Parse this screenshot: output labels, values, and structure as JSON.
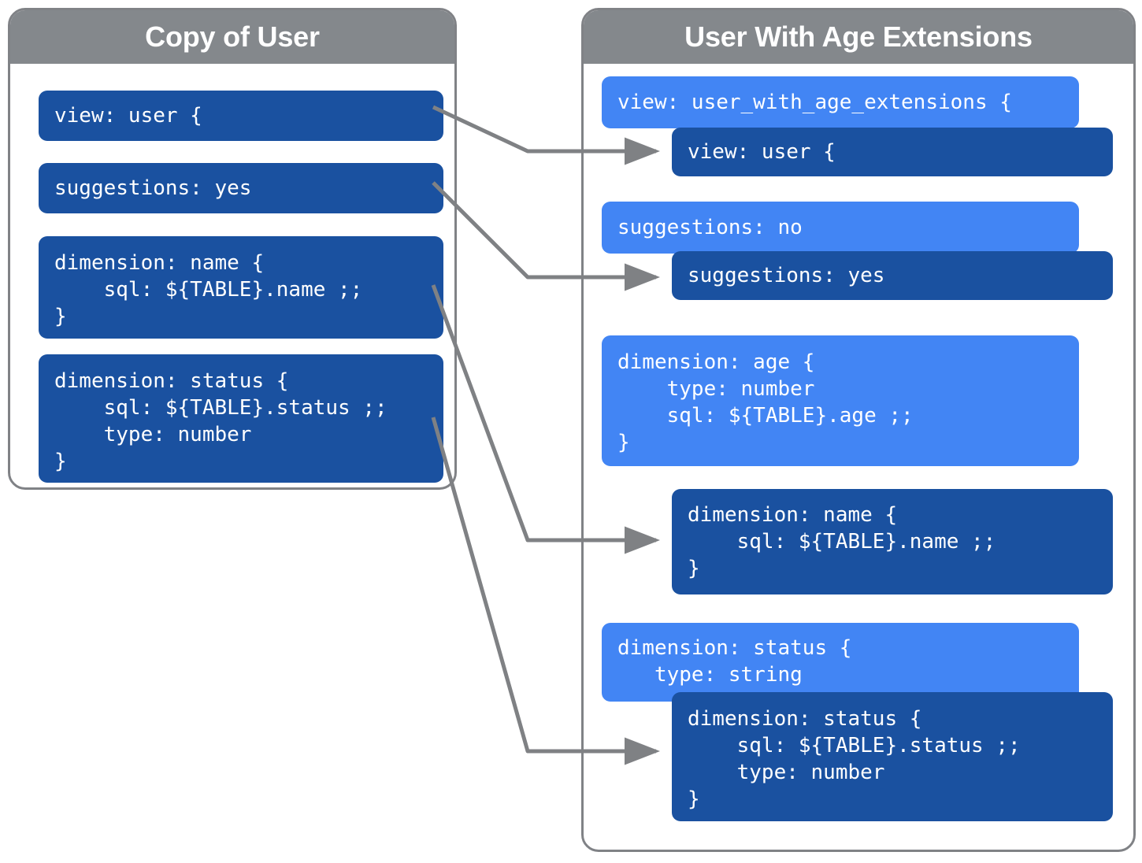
{
  "panels": {
    "left": {
      "title": "Copy of User",
      "blocks": [
        {
          "name": "view-block",
          "code": "view: user {"
        },
        {
          "name": "suggestions-block",
          "code": "suggestions: yes"
        },
        {
          "name": "dimension-name-block",
          "code": "dimension: name {\n    sql: ${TABLE}.name ;;\n}"
        },
        {
          "name": "dimension-status-block",
          "code": "dimension: status {\n    sql: ${TABLE}.status ;;\n    type: number\n}"
        }
      ]
    },
    "right": {
      "title": "User With Age Extensions",
      "blocks": [
        {
          "name": "view-extending-block",
          "style": "light",
          "code": "view: user_with_age_extensions {"
        },
        {
          "name": "view-inherited-block",
          "style": "dark",
          "code": "view: user {"
        },
        {
          "name": "suggestions-override-block",
          "style": "light",
          "code": "suggestions: no"
        },
        {
          "name": "suggestions-inherited-block",
          "style": "dark",
          "code": "suggestions: yes"
        },
        {
          "name": "dimension-age-block",
          "style": "light",
          "code": "dimension: age {\n    type: number\n    sql: ${TABLE}.age ;;\n}"
        },
        {
          "name": "dimension-name-inherited-block",
          "style": "dark",
          "code": "dimension: name {\n    sql: ${TABLE}.name ;;\n}"
        },
        {
          "name": "dimension-status-override-block",
          "style": "light",
          "code": "dimension: status {\n   type: string"
        },
        {
          "name": "dimension-status-inherited-block",
          "style": "dark",
          "code": "dimension: status {\n    sql: ${TABLE}.status ;;\n    type: number\n}"
        }
      ]
    }
  },
  "colors": {
    "header_gray": "#84888c",
    "panel_border": "#808286",
    "dark_blue": "#1a51a0",
    "light_blue": "#4285f4",
    "connector_gray": "#7f8184",
    "text_white": "#ffffff"
  },
  "connectors": [
    {
      "name": "connector-view",
      "from": "view-block",
      "to": "view-inherited-block"
    },
    {
      "name": "connector-suggestions",
      "from": "suggestions-block",
      "to": "suggestions-inherited-block"
    },
    {
      "name": "connector-dimension-name",
      "from": "dimension-name-block",
      "to": "dimension-name-inherited-block"
    },
    {
      "name": "connector-dimension-status",
      "from": "dimension-status-block",
      "to": "dimension-status-inherited-block"
    }
  ]
}
